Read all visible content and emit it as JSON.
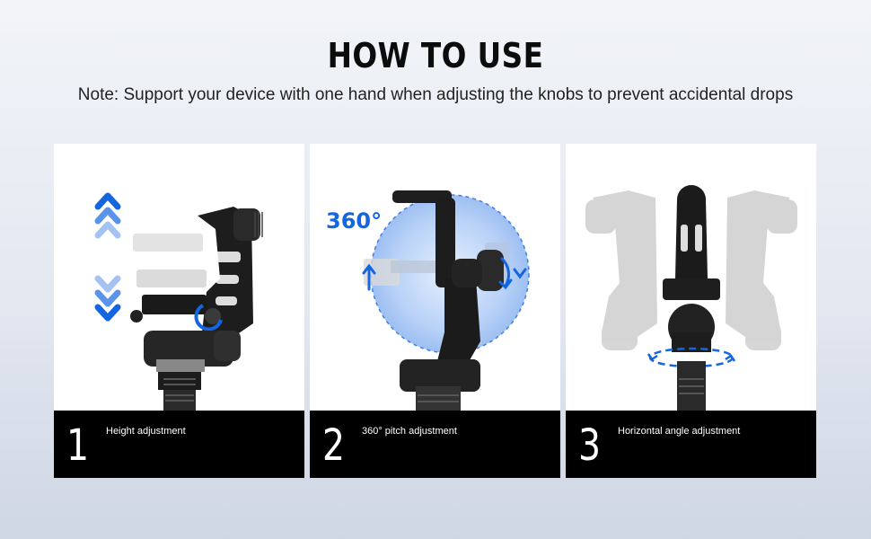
{
  "header": {
    "title": "HOW TO USE",
    "note": "Note: Support your device with one hand when adjusting the knobs to prevent accidental drops"
  },
  "steps": [
    {
      "number": "1",
      "label": "Height adjustment"
    },
    {
      "number": "2",
      "label": "360° pitch adjustment",
      "badge": "360°"
    },
    {
      "number": "3",
      "label": "Horizontal angle adjustment"
    }
  ],
  "colors": {
    "accent": "#1466e0",
    "band": "#000000"
  },
  "icons": [
    "up-chevrons-icon",
    "down-chevrons-icon",
    "rotation-arc-icon",
    "rotation-arrow-icon"
  ]
}
